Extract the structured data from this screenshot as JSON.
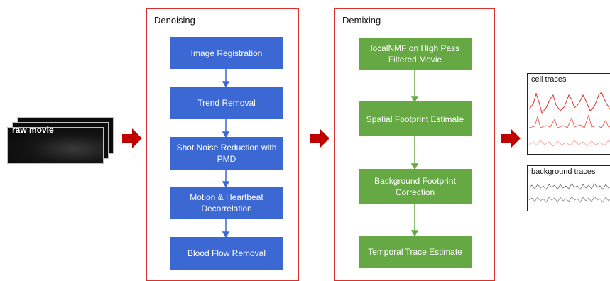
{
  "input": {
    "label": "raw movie"
  },
  "denoising": {
    "title": "Denoising",
    "steps": [
      "Image Registration",
      "Trend Removal",
      "Shot Noise Reduction with PMD",
      "Motion & Heartbeat Decorrelation",
      "Blood Flow Removal"
    ]
  },
  "demixing": {
    "title": "Demixing",
    "steps": [
      "localNMF on High Pass Filtered Movie",
      "Spatial Footprint Estimate",
      "Background Footprint Correction",
      "Temporal Trace Estimate"
    ]
  },
  "outputs": {
    "cell_label": "cell traces",
    "background_label": "background traces"
  },
  "colors": {
    "panel_border": "#d9312b",
    "arrow": "#c00000",
    "denoise_box": "#3b68d3",
    "demix_box": "#66a843",
    "cell_trace": "#e0302a",
    "background_trace": "#7a7a7a"
  }
}
